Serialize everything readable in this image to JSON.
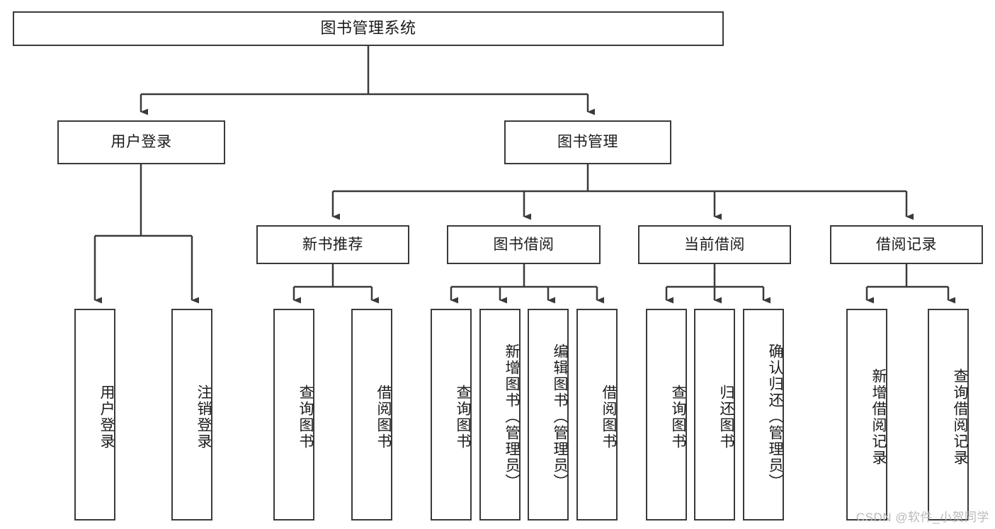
{
  "diagram": {
    "type": "tree-hierarchy",
    "title": "图书管理系统",
    "orientation": "top-down",
    "colors": {
      "stroke": "#3a3a3a",
      "node_fill": "#ffffff",
      "text": "#1b1b1b",
      "background": "#ffffff",
      "watermark": "#b9b9b9"
    },
    "root": {
      "label": "图书管理系统"
    },
    "level2": [
      {
        "label": "用户登录"
      },
      {
        "label": "图书管理"
      }
    ],
    "level3": [
      {
        "label": "新书推荐"
      },
      {
        "label": "图书借阅"
      },
      {
        "label": "当前借阅"
      },
      {
        "label": "借阅记录"
      }
    ],
    "leaves": {
      "user_login": [
        {
          "label": "用户登录"
        },
        {
          "label": "注销登录"
        }
      ],
      "new_book_recommend": [
        {
          "label": "查询图书"
        },
        {
          "label": "借阅图书"
        }
      ],
      "book_borrow": [
        {
          "label": "查询图书"
        },
        {
          "label": "新增图书（管理员）"
        },
        {
          "label": "编辑图书（管理员）"
        },
        {
          "label": "借阅图书"
        }
      ],
      "current_borrow": [
        {
          "label": "查询图书"
        },
        {
          "label": "归还图书"
        },
        {
          "label": "确认归还（管理员）"
        }
      ],
      "borrow_records": [
        {
          "label": "新增借阅记录"
        },
        {
          "label": "查询借阅记录"
        }
      ]
    }
  },
  "watermark": {
    "text": "CSDN @软件_小贺同学"
  }
}
